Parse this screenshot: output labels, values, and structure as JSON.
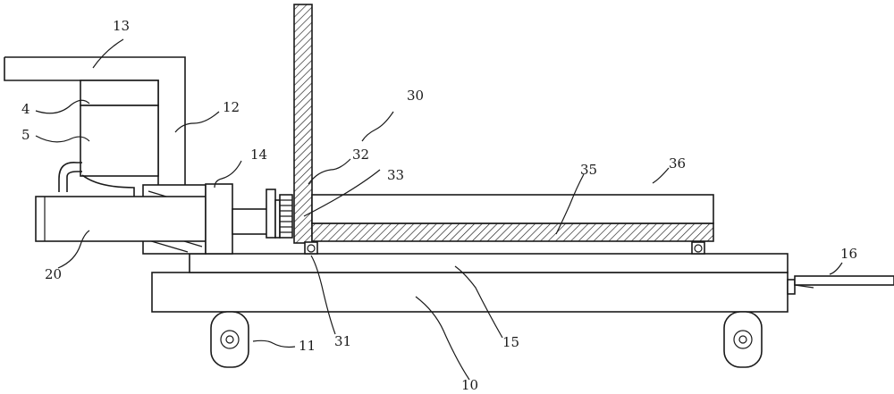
{
  "labels": {
    "l4": "4",
    "l5": "5",
    "l10": "10",
    "l11": "11",
    "l12": "12",
    "l13": "13",
    "l14": "14",
    "l15": "15",
    "l16": "16",
    "l20": "20",
    "l30": "30",
    "l31": "31",
    "l32": "32",
    "l33": "33",
    "l35": "35",
    "l36": "36"
  }
}
